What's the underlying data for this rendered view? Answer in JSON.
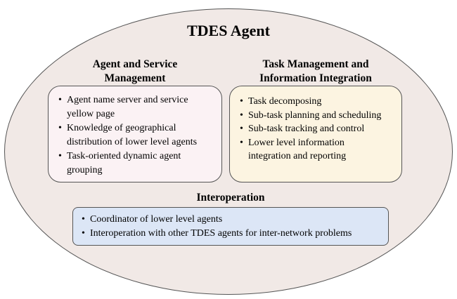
{
  "title": "TDES Agent",
  "sections": {
    "agent_service": {
      "heading_line1": "Agent and Service",
      "heading_line2": "Management",
      "items": [
        {
          "line1": "Agent name server and service",
          "line2": "yellow page"
        },
        {
          "line1": "Knowledge of geographical",
          "line2": "distribution of lower level agents"
        },
        {
          "line1": "Task-oriented dynamic agent",
          "line2": "grouping"
        }
      ]
    },
    "task_management": {
      "heading_line1": "Task Management and",
      "heading_line2": "Information Integration",
      "items": [
        {
          "line1": "Task decomposing",
          "line2": ""
        },
        {
          "line1": "Sub-task planning and scheduling",
          "line2": ""
        },
        {
          "line1": "Sub-task tracking and control",
          "line2": ""
        },
        {
          "line1": "Lower level information",
          "line2": "integration and reporting"
        }
      ]
    },
    "interoperation": {
      "heading": "Interoperation",
      "items": [
        {
          "line1": "Coordinator of lower level agents"
        },
        {
          "line1": "Interoperation with other TDES agents for inter-network problems"
        }
      ]
    }
  },
  "colors": {
    "ellipse_fill": "#f1e9e6",
    "agent_box_fill": "#fbf2f4",
    "task_box_fill": "#fcf4e1",
    "interop_box_fill": "#dce6f6",
    "border": "#555555"
  }
}
